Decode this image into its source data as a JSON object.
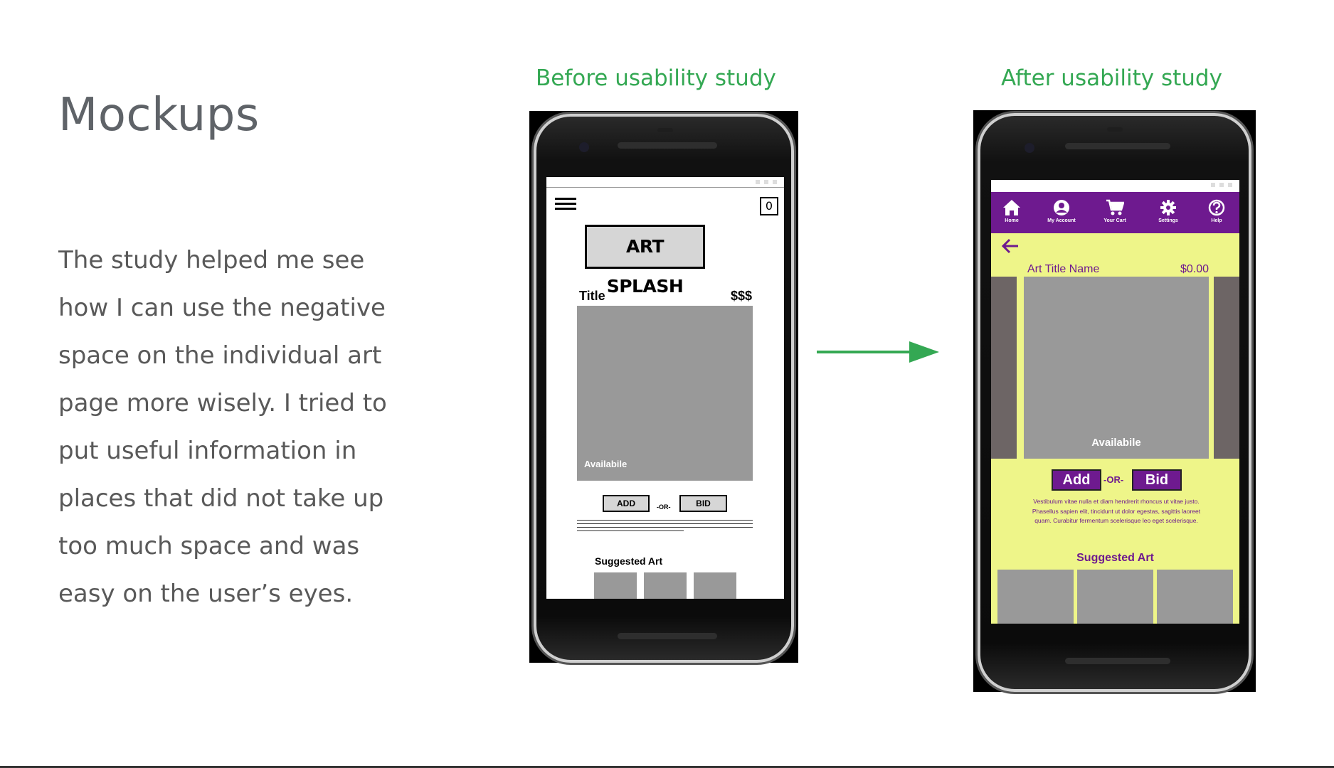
{
  "slide": {
    "title": "Mockups",
    "body_lines": [
      "The study helped me see",
      "how I can use the negative",
      "space on the individual art",
      "page more wisely. I tried to",
      "put useful information in",
      "places that did not take up",
      "too much space and was",
      "easy on the user’s eyes."
    ],
    "accent_color": "#34a853"
  },
  "before": {
    "caption": "Before usability study",
    "cart_count": "0",
    "logo": "ART SPLASH",
    "title": "Title",
    "price": "$$$",
    "availability": "Availabile",
    "add_label": "ADD",
    "or_label": "-OR-",
    "bid_label": "BID",
    "suggested_label": "Suggested Art"
  },
  "after": {
    "caption": "After usability study",
    "nav": [
      {
        "label": "Home",
        "icon": "home-icon"
      },
      {
        "label": "My Account",
        "icon": "account-icon"
      },
      {
        "label": "Your Cart",
        "icon": "cart-icon"
      },
      {
        "label": "Settings",
        "icon": "gear-icon"
      },
      {
        "label": "Help",
        "icon": "help-icon"
      }
    ],
    "art_title": "Art Title Name",
    "price": "$0.00",
    "availability": "Availabile",
    "add_label": "Add",
    "or_label": "-OR-",
    "bid_label": "Bid",
    "description": "Vestibulum vitae nulla et diam hendrerit rhoncus ut vitae justo. Phasellus sapien elit, tincidunt ut dolor egestas, sagittis laoreet quam. Curabitur fermentum scelerisque leo eget scelerisque.",
    "suggested_label": "Suggested Art",
    "primary_color": "#6e1a8f",
    "background_color": "#eef589"
  }
}
